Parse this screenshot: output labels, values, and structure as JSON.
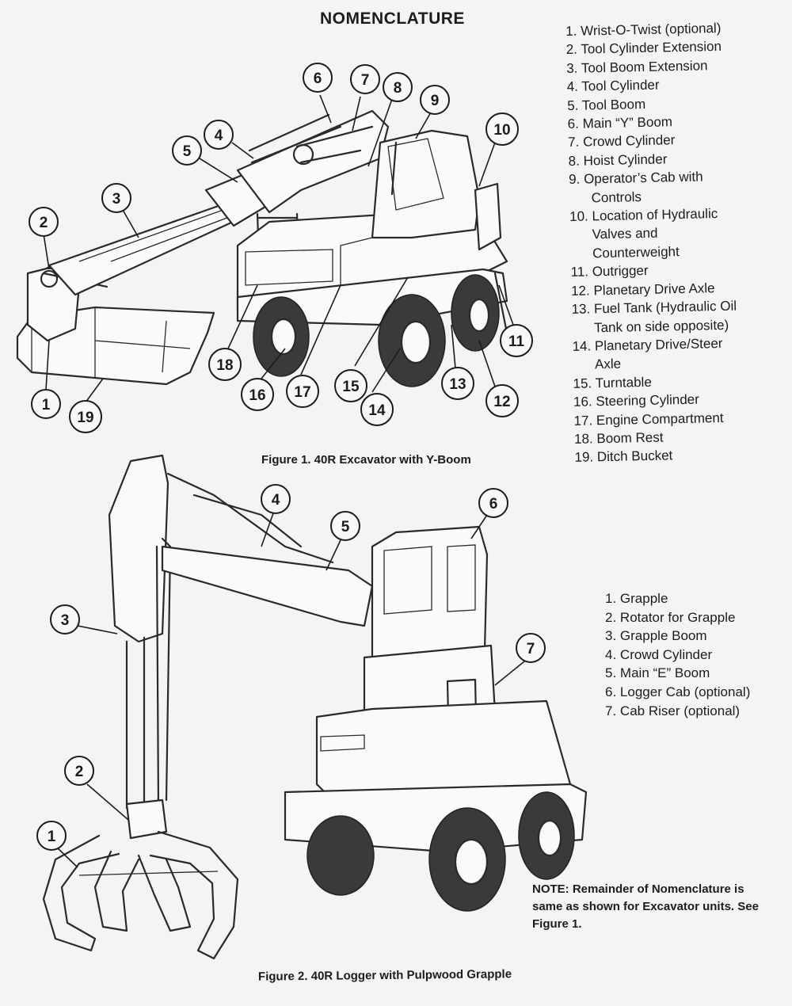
{
  "page": {
    "title": "NOMENCLATURE"
  },
  "figure1": {
    "caption": "Figure 1. 40R Excavator with Y-Boom",
    "parts": [
      {
        "n": "1.",
        "lines": [
          "Wrist-O-Twist (optional)"
        ]
      },
      {
        "n": "2.",
        "lines": [
          "Tool Cylinder Extension"
        ]
      },
      {
        "n": "3.",
        "lines": [
          "Tool Boom Extension"
        ]
      },
      {
        "n": "4.",
        "lines": [
          "Tool Cylinder"
        ]
      },
      {
        "n": "5.",
        "lines": [
          "Tool Boom"
        ]
      },
      {
        "n": "6.",
        "lines": [
          "Main “Y” Boom"
        ]
      },
      {
        "n": "7.",
        "lines": [
          "Crowd Cylinder"
        ]
      },
      {
        "n": "8.",
        "lines": [
          "Hoist Cylinder"
        ]
      },
      {
        "n": "9.",
        "lines": [
          "Operator’s Cab with",
          "Controls"
        ]
      },
      {
        "n": "10.",
        "lines": [
          "Location of Hydraulic",
          "Valves and",
          "Counterweight"
        ]
      },
      {
        "n": "11.",
        "lines": [
          "Outrigger"
        ]
      },
      {
        "n": "12.",
        "lines": [
          "Planetary Drive Axle"
        ]
      },
      {
        "n": "13.",
        "lines": [
          "Fuel Tank (Hydraulic Oil",
          "Tank on side opposite)"
        ]
      },
      {
        "n": "14.",
        "lines": [
          "Planetary Drive/Steer",
          "Axle"
        ]
      },
      {
        "n": "15.",
        "lines": [
          "Turntable"
        ]
      },
      {
        "n": "16.",
        "lines": [
          "Steering Cylinder"
        ]
      },
      {
        "n": "17.",
        "lines": [
          "Engine Compartment"
        ]
      },
      {
        "n": "18.",
        "lines": [
          "Boom Rest"
        ]
      },
      {
        "n": "19.",
        "lines": [
          "Ditch Bucket"
        ]
      }
    ],
    "callouts": [
      {
        "label": "1"
      },
      {
        "label": "2"
      },
      {
        "label": "3"
      },
      {
        "label": "4"
      },
      {
        "label": "5"
      },
      {
        "label": "6"
      },
      {
        "label": "7"
      },
      {
        "label": "8"
      },
      {
        "label": "9"
      },
      {
        "label": "10"
      },
      {
        "label": "11"
      },
      {
        "label": "12"
      },
      {
        "label": "13"
      },
      {
        "label": "14"
      },
      {
        "label": "15"
      },
      {
        "label": "16"
      },
      {
        "label": "17"
      },
      {
        "label": "18"
      },
      {
        "label": "19"
      }
    ]
  },
  "figure2": {
    "caption": "Figure 2. 40R Logger with Pulpwood Grapple",
    "parts": [
      {
        "n": "1.",
        "lines": [
          "Grapple"
        ]
      },
      {
        "n": "2.",
        "lines": [
          "Rotator for Grapple"
        ]
      },
      {
        "n": "3.",
        "lines": [
          "Grapple Boom"
        ]
      },
      {
        "n": "4.",
        "lines": [
          "Crowd Cylinder"
        ]
      },
      {
        "n": "5.",
        "lines": [
          "Main “E” Boom"
        ]
      },
      {
        "n": "6.",
        "lines": [
          "Logger Cab (optional)"
        ]
      },
      {
        "n": "7.",
        "lines": [
          "Cab Riser (optional)"
        ]
      }
    ],
    "callouts": [
      {
        "label": "1"
      },
      {
        "label": "2"
      },
      {
        "label": "3"
      },
      {
        "label": "4"
      },
      {
        "label": "5"
      },
      {
        "label": "6"
      },
      {
        "label": "7"
      }
    ],
    "note": "NOTE: Remainder of Nomenclature is same as shown for Excavator units. See Figure 1."
  }
}
